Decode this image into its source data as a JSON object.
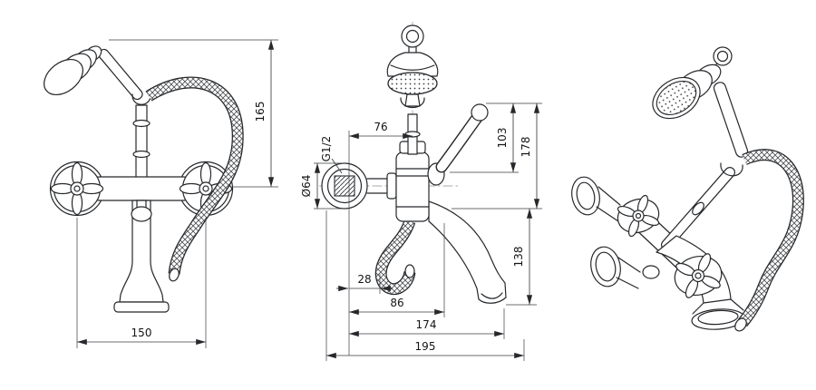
{
  "canvas": {
    "background": "#ffffff",
    "line_color": "#26282b"
  },
  "front_view": {
    "dim_height": "165",
    "dim_centers": "150"
  },
  "side_view": {
    "dim_wall_to_head_axis": "76",
    "dim_thread": "G1/2",
    "dim_flange_diameter": "Ø64",
    "dim_lever_rise": "103",
    "dim_upper_height": "178",
    "dim_lower_height": "138",
    "dim_hose_clearance": "28",
    "dim_body_reach": "86",
    "dim_spout_reach": "174",
    "dim_overall_reach": "195"
  }
}
